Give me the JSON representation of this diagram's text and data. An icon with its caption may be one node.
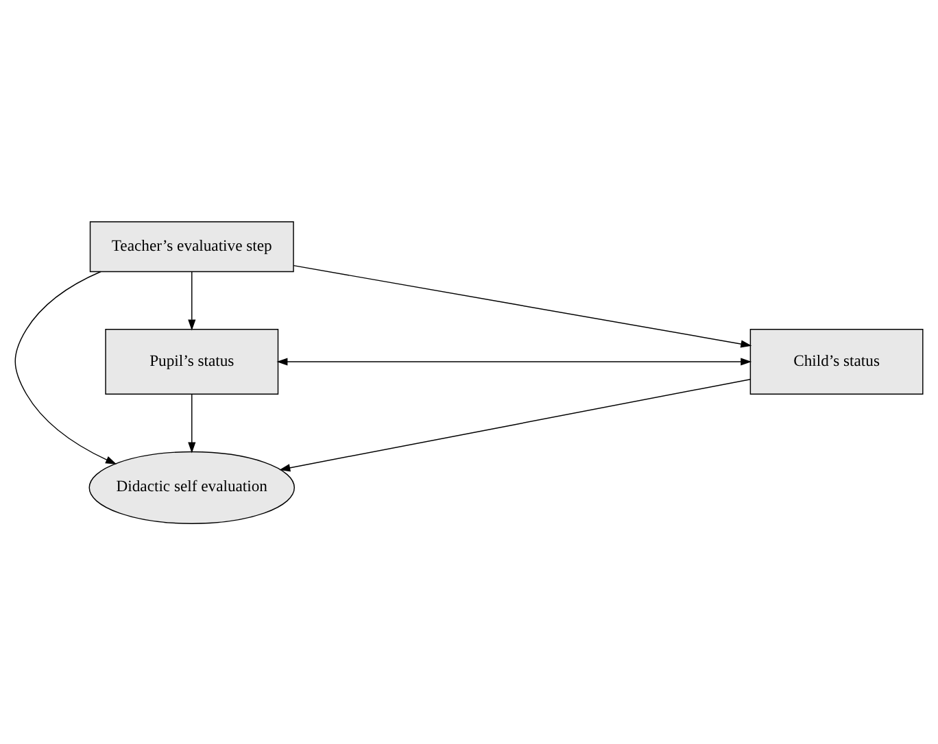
{
  "diagram": {
    "nodes": [
      {
        "text": [
          "Teacher’s evaluative step"
        ]
      },
      {
        "text": [
          "Didactic self evaluation"
        ]
      },
      {
        "text": [
          "Pupil’s status"
        ]
      },
      {
        "text": [
          "Child’s status"
        ]
      }
    ],
    "edges": [
      {
        "from": 0,
        "to": 2,
        "arrow": "to"
      },
      {
        "from": 0,
        "to": 1,
        "arrow": "to"
      },
      {
        "from": 0,
        "to": 3,
        "arrow": "to"
      },
      {
        "from": 2,
        "to": 1,
        "arrow": "to"
      },
      {
        "from": 3,
        "to": 1,
        "arrow": "to"
      },
      {
        "from": 2,
        "to": 3,
        "arrow": "both"
      }
    ]
  }
}
